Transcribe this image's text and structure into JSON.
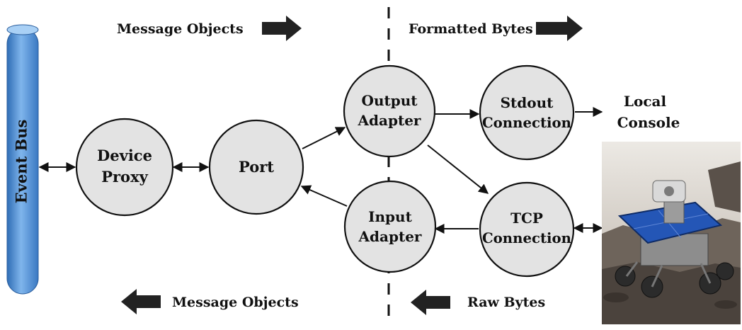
{
  "diagram": {
    "event_bus": {
      "label": "Event Bus",
      "color": "#4f8fd3"
    },
    "nodes": {
      "device_proxy": {
        "lines": [
          "Device",
          "Proxy"
        ]
      },
      "port": {
        "lines": [
          "Port"
        ]
      },
      "output_adapter": {
        "lines": [
          "Output",
          "Adapter"
        ]
      },
      "input_adapter": {
        "lines": [
          "Input",
          "Adapter"
        ]
      },
      "stdout_connection": {
        "lines": [
          "Stdout",
          "Connection"
        ]
      },
      "tcp_connection": {
        "lines": [
          "TCP",
          "Connection"
        ]
      }
    },
    "local_console": {
      "lines": [
        "Local",
        "Console"
      ]
    },
    "flow_labels": {
      "top_left": "Message Objects",
      "top_right": "Formatted Bytes",
      "bottom_left": "Message Objects",
      "bottom_right": "Raw Bytes"
    },
    "robot_photo": {
      "subject": "rover-robot-on-rocky-terrain"
    }
  }
}
